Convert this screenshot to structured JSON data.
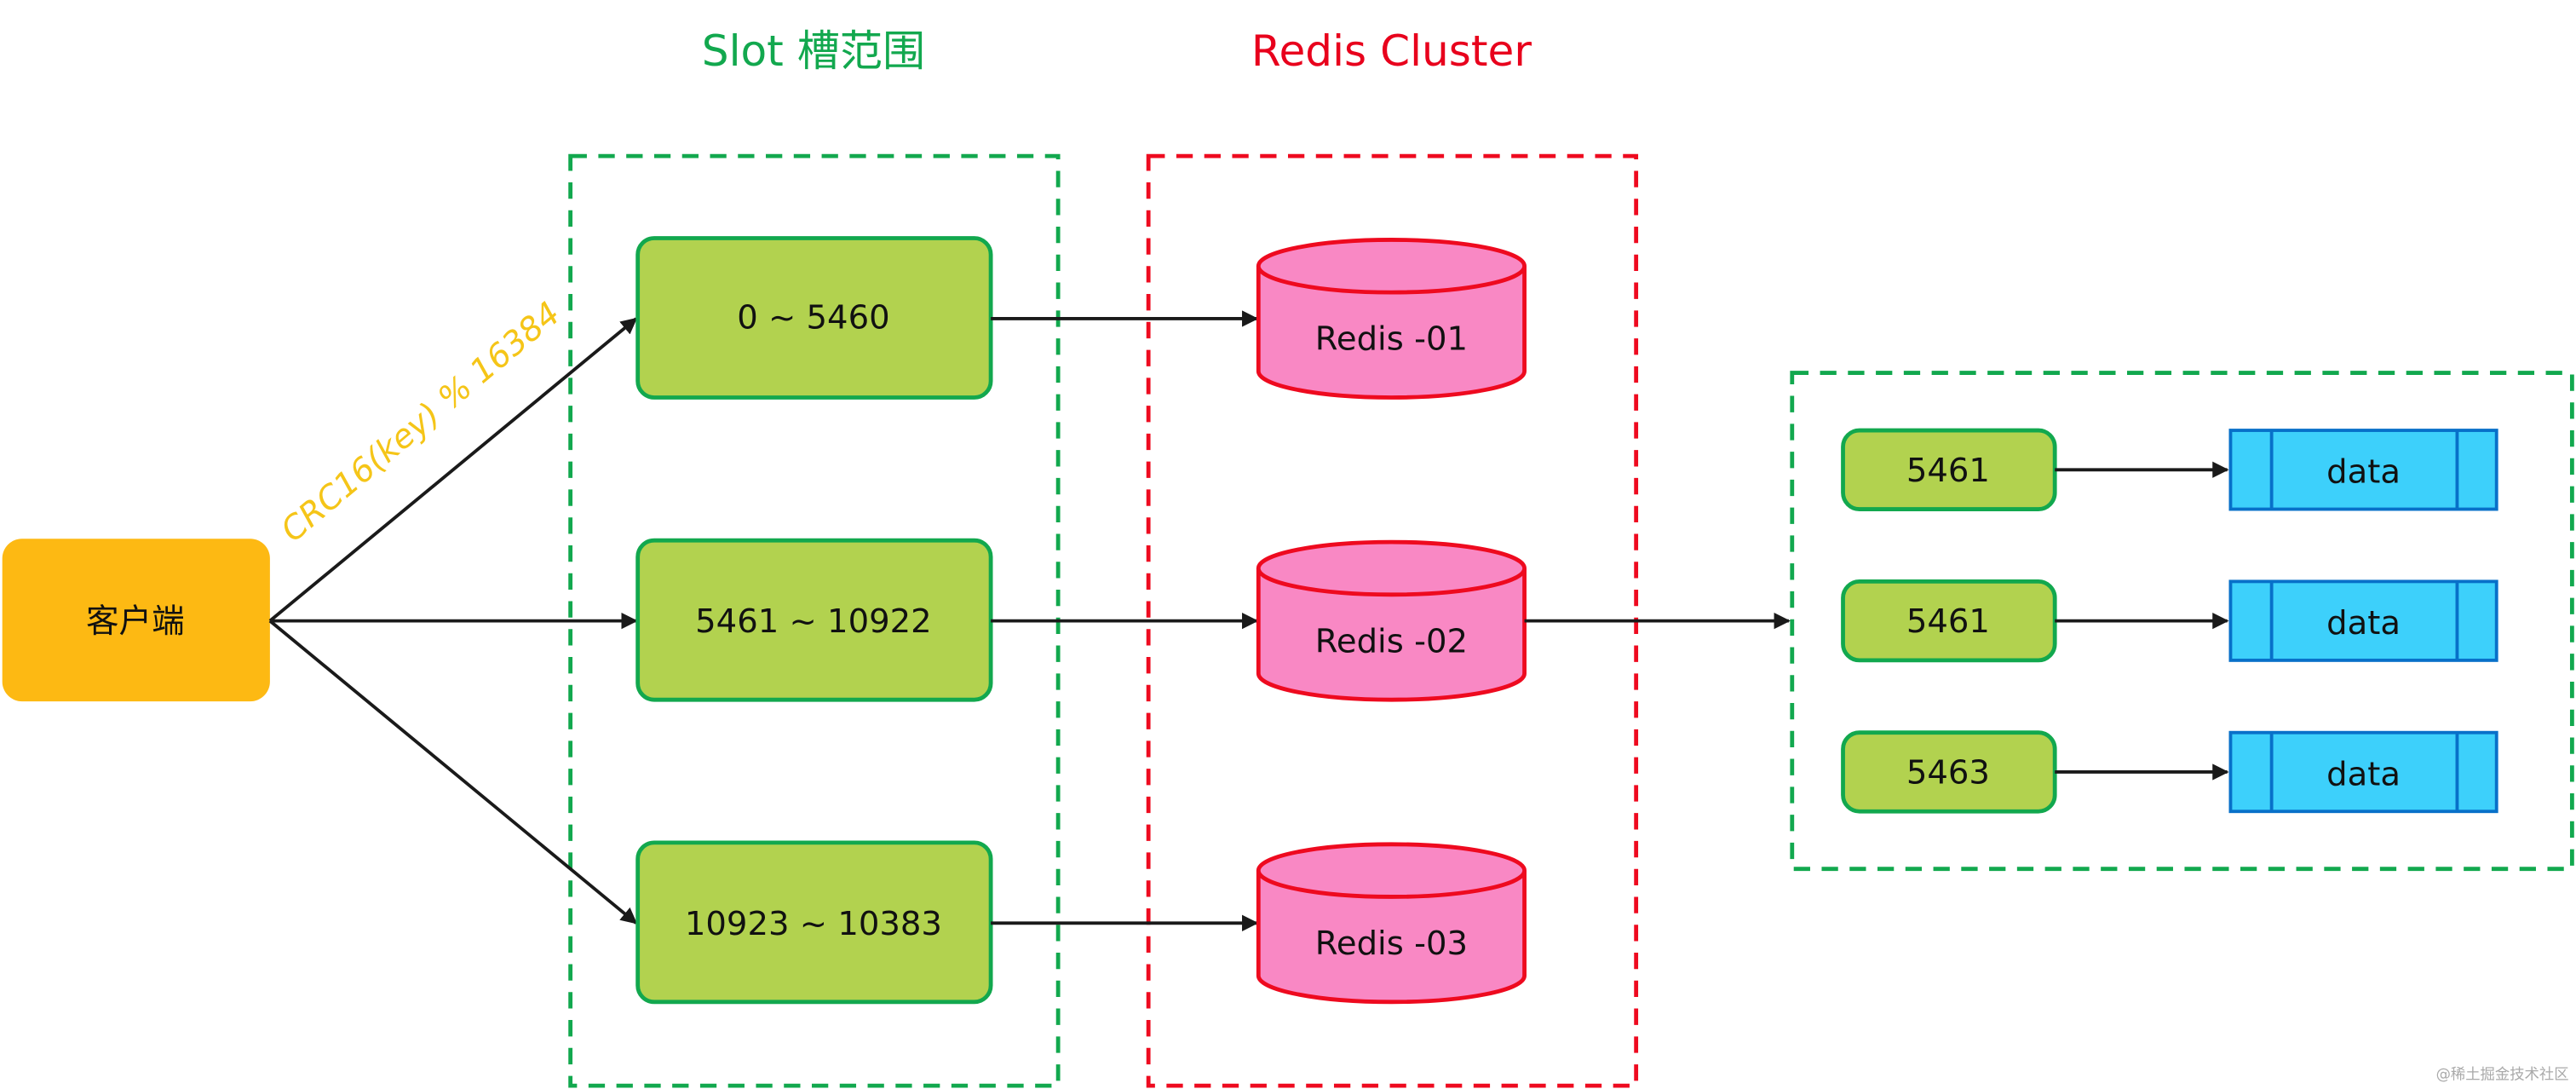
{
  "titles": {
    "slot": "Slot 槽范围",
    "cluster": "Redis Cluster"
  },
  "client": {
    "label": "客户端"
  },
  "hash_label": "CRC16(key) % 16384",
  "slots": [
    {
      "label": "0 ~ 5460"
    },
    {
      "label": "5461 ~ 10922"
    },
    {
      "label": "10923 ~ 10383"
    }
  ],
  "nodes": [
    {
      "label": "Redis -01"
    },
    {
      "label": "Redis -02"
    },
    {
      "label": "Redis -03"
    }
  ],
  "detail": [
    {
      "slot": "5461",
      "data": "data"
    },
    {
      "slot": "5461",
      "data": "data"
    },
    {
      "slot": "5463",
      "data": "data"
    }
  ],
  "watermark": "@稀土掘金技术社区",
  "colors": {
    "slot_title": "#12a84e",
    "cluster_title": "#e8001c",
    "hash_label": "#f5c518",
    "client_fill": "#fdb913",
    "slot_fill": "#b2d24f",
    "slot_stroke": "#12a84e",
    "node_fill": "#f988c4",
    "node_stroke": "#ee0a1f",
    "data_fill": "#3dd0fb",
    "data_stroke": "#0870c9"
  }
}
